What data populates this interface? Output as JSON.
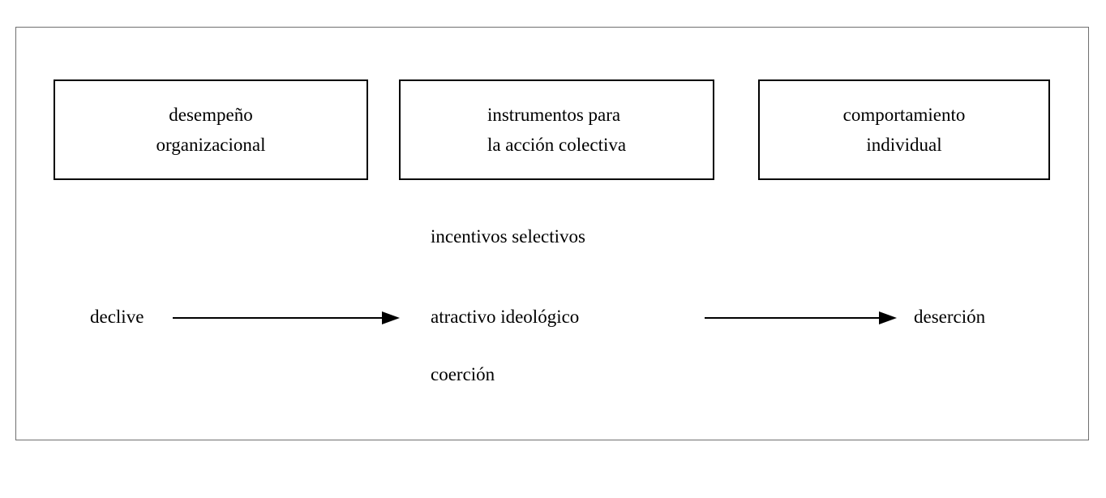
{
  "diagram": {
    "title": "",
    "colors": {
      "background": "#ffffff",
      "text": "#000000",
      "box_border": "#000000",
      "frame_border": "#6f6f6f",
      "arrow": "#000000"
    },
    "frame": {
      "name": "outer-frame"
    },
    "boxes": [
      {
        "id": "organizational",
        "line1": "desempeño",
        "line2": "organizacional",
        "align": "center"
      },
      {
        "id": "instruments",
        "line1": "instrumentos para",
        "line2": "la acción colectiva",
        "align": "block"
      },
      {
        "id": "individual",
        "line1": "comportamiento",
        "line2": "individual",
        "align": "center"
      }
    ],
    "labels": {
      "incentivos": "incentivos selectivos",
      "atractivo": "atractivo ideológico",
      "coercion": "coerción",
      "declive": "declive",
      "desercion": "deserción"
    },
    "arrows": [
      {
        "id": "decline-to-instruments",
        "from": "declive",
        "to": "atractivo ideológico",
        "direction": "right",
        "style": "solid-line-filled-head"
      },
      {
        "id": "instruments-to-desertion",
        "from": "atractivo ideológico",
        "to": "deserción",
        "direction": "right",
        "style": "solid-line-filled-head"
      }
    ]
  }
}
